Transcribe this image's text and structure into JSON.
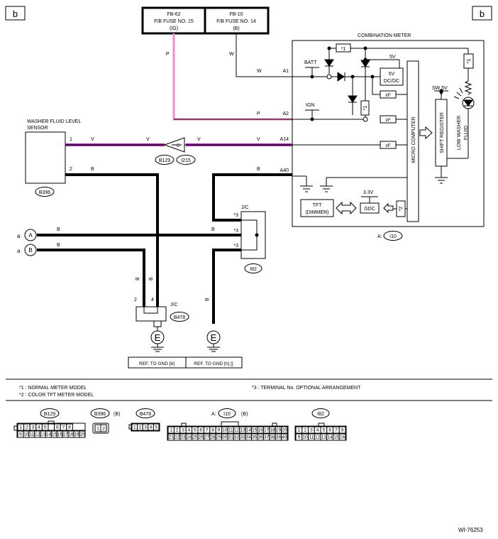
{
  "sheet": {
    "corner_left": "b",
    "corner_right": "b",
    "drawing_id": "WI-76253"
  },
  "fuses": {
    "fb62": {
      "code": "FB-62",
      "name": "F/B FUSE NO. 15",
      "sub": "(IG)"
    },
    "fb10": {
      "code": "FB-10",
      "name": "F/B FUSE NO. 14",
      "sub": "(B)"
    }
  },
  "meter": {
    "title": "COMBINATION METER",
    "batt": "BATT",
    "ign": "IGN",
    "five_v": "5V",
    "dcdc_1": "5V",
    "dcdc_2": "DC/DC",
    "if_label": "I/F",
    "star1": "*1",
    "star2": "*2",
    "sw5v": "SW 5V",
    "micro": "MICRO COMPUTER",
    "shift": "SHIFT REGISTER",
    "low_washer": "LOW WASHER",
    "fluid": "FLUID",
    "v33": "3.3V",
    "gdc": "GDC",
    "tft_1": "TFT",
    "tft_2": "(DIMMER)",
    "terminals": {
      "a1": "A1",
      "a2": "A2",
      "a14": "A14",
      "a40": "A40"
    },
    "connector_prefix": "A:",
    "connector": "I10"
  },
  "sensor": {
    "title_1": "WASHER FLUID LEVEL",
    "title_2": "SENSOR",
    "pin1": "1",
    "pin2": "2",
    "connector": "B396"
  },
  "wires": {
    "w": "W",
    "p": "P",
    "v": "V",
    "b": "B"
  },
  "inline": {
    "pin": "6",
    "conn1": "B129",
    "conn2": "I215"
  },
  "jc_upper": {
    "title": "J/C",
    "pin": "*3",
    "connector": "I82"
  },
  "jc_lower": {
    "title": "J/C",
    "pin2": "2",
    "pin4": "4",
    "connector": "B478"
  },
  "from": {
    "prefix": "a",
    "a": "A",
    "b": "B"
  },
  "ground": {
    "symbol": "E",
    "ref1": "REF. TO GND [b]",
    "ref2": "REF. TO GND [h] []"
  },
  "notes": {
    "n1": "*1 : NORMAL METER MODEL",
    "n2": "*2 : COLOR TFT METER MODEL",
    "n3": "*3 : TERMINAL No. OPTIONAL ARRANGEMENT"
  },
  "connectors": {
    "b129": {
      "name": "B129",
      "row1": [
        "1",
        "2",
        "3",
        "4",
        "5",
        "",
        "6",
        "7",
        "8"
      ],
      "row2": [
        "9",
        "10",
        "11",
        "12",
        "13",
        "14",
        "15",
        "16",
        "17",
        "18",
        "19",
        "20"
      ]
    },
    "b396": {
      "name": "B396",
      "note": "(B)",
      "pins": [
        "1",
        "2"
      ]
    },
    "b478": {
      "name": "B478",
      "pins": [
        "1",
        "2",
        "3",
        "4",
        "5"
      ]
    },
    "i10": {
      "prefix": "A:",
      "name": "I10",
      "note": "(B)",
      "row1": [
        "1",
        "2",
        "3",
        "4",
        "5",
        "6",
        "7",
        "8",
        "9",
        "10",
        "11",
        "12",
        "13",
        "14",
        "15",
        "16",
        "17",
        "18",
        "19",
        "20"
      ],
      "row2": [
        "21",
        "22",
        "23",
        "24",
        "25",
        "26",
        "27",
        "28",
        "29",
        "30",
        "31",
        "32",
        "33",
        "34",
        "35",
        "36",
        "37",
        "38",
        "39",
        "40"
      ]
    },
    "i82": {
      "name": "I82",
      "row1": [
        "1",
        "2",
        "3",
        "4",
        "5",
        "6",
        "7",
        "8"
      ],
      "row2": [
        "9",
        "10",
        "11",
        "12",
        "13",
        "14",
        "15",
        "16"
      ]
    }
  },
  "colors": {
    "pink_wire": "#f08cc8",
    "violet_wire": "#9a2ca6",
    "line": "#000000"
  }
}
